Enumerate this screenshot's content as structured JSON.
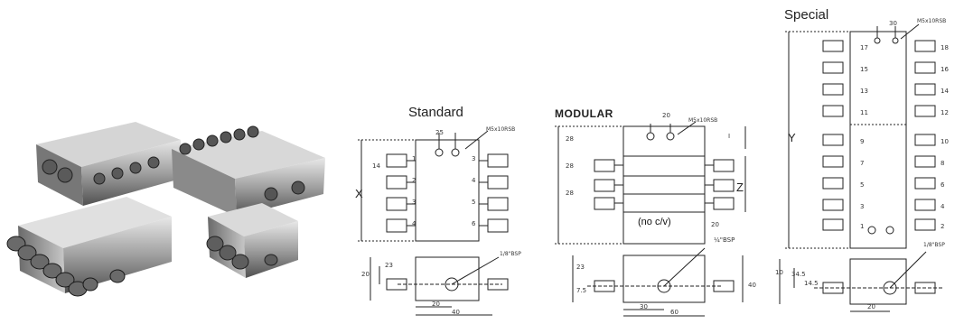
{
  "photo": {
    "alt": "Four progressive divider lubrication blocks"
  },
  "standard": {
    "title": "Standard",
    "dim_x": "X",
    "top_width": "25",
    "thread": "M5x10RSB",
    "port_left": [
      "1",
      "2",
      "3",
      "4"
    ],
    "port_right": [
      "3",
      "4",
      "5",
      "6"
    ],
    "side_dims": [
      "14",
      "23",
      "20"
    ],
    "bottom_dim": "20",
    "bottom_dim2": "40",
    "bsp": "1/8\"BSP"
  },
  "modular": {
    "title": "MODULAR",
    "top_width": "20",
    "thread": "M5x10RSB",
    "dim_i": "I",
    "dim_z": "Z",
    "left_dims": [
      "28",
      "28",
      "28"
    ],
    "no_cv": "(no c/v)",
    "right_dim": "20",
    "bsp": "¼\"BSP",
    "side_dims": [
      "23",
      "7.5"
    ],
    "right_height": "40",
    "bottom_dims": [
      "30",
      "60"
    ]
  },
  "special": {
    "title": "Special",
    "dim_y": "Y",
    "top_width": "30",
    "thread": "M5x10RSB",
    "port_left": [
      "17",
      "15",
      "13",
      "11",
      "9",
      "7",
      "5",
      "3",
      "1"
    ],
    "port_right": [
      "18",
      "16",
      "14",
      "12",
      "10",
      "8",
      "6",
      "4",
      "2"
    ],
    "side_dims": [
      "34.5",
      "14.5",
      "10"
    ],
    "bottom_dim": "20",
    "bsp": "1/8\"BSP"
  }
}
